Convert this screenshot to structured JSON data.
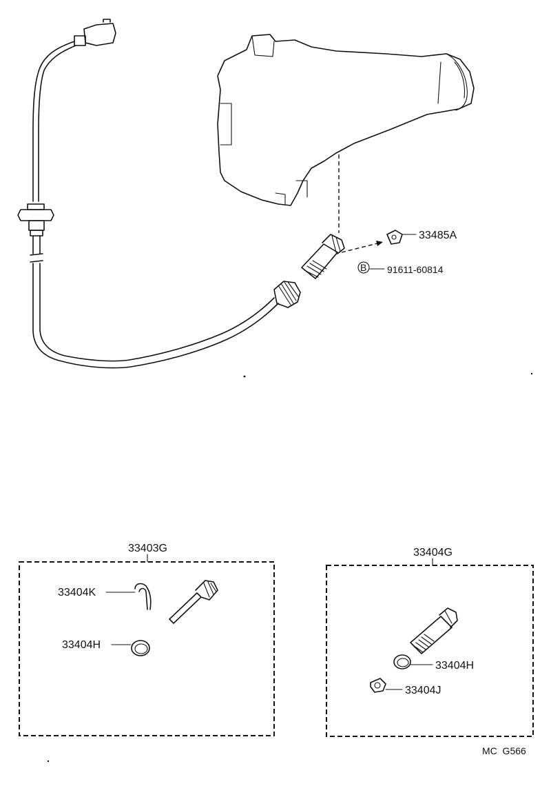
{
  "parts": {
    "drive_gear_bushing": "33485A",
    "bolt_marker": "B",
    "bolt": "91611-60814"
  },
  "kits": {
    "left": {
      "title": "33403G",
      "clip": "33404K",
      "oring": "33404H"
    },
    "right": {
      "title": "33404G",
      "oring": "33404H",
      "cap": "33404J"
    }
  },
  "footer": {
    "code": "MC  G566"
  }
}
